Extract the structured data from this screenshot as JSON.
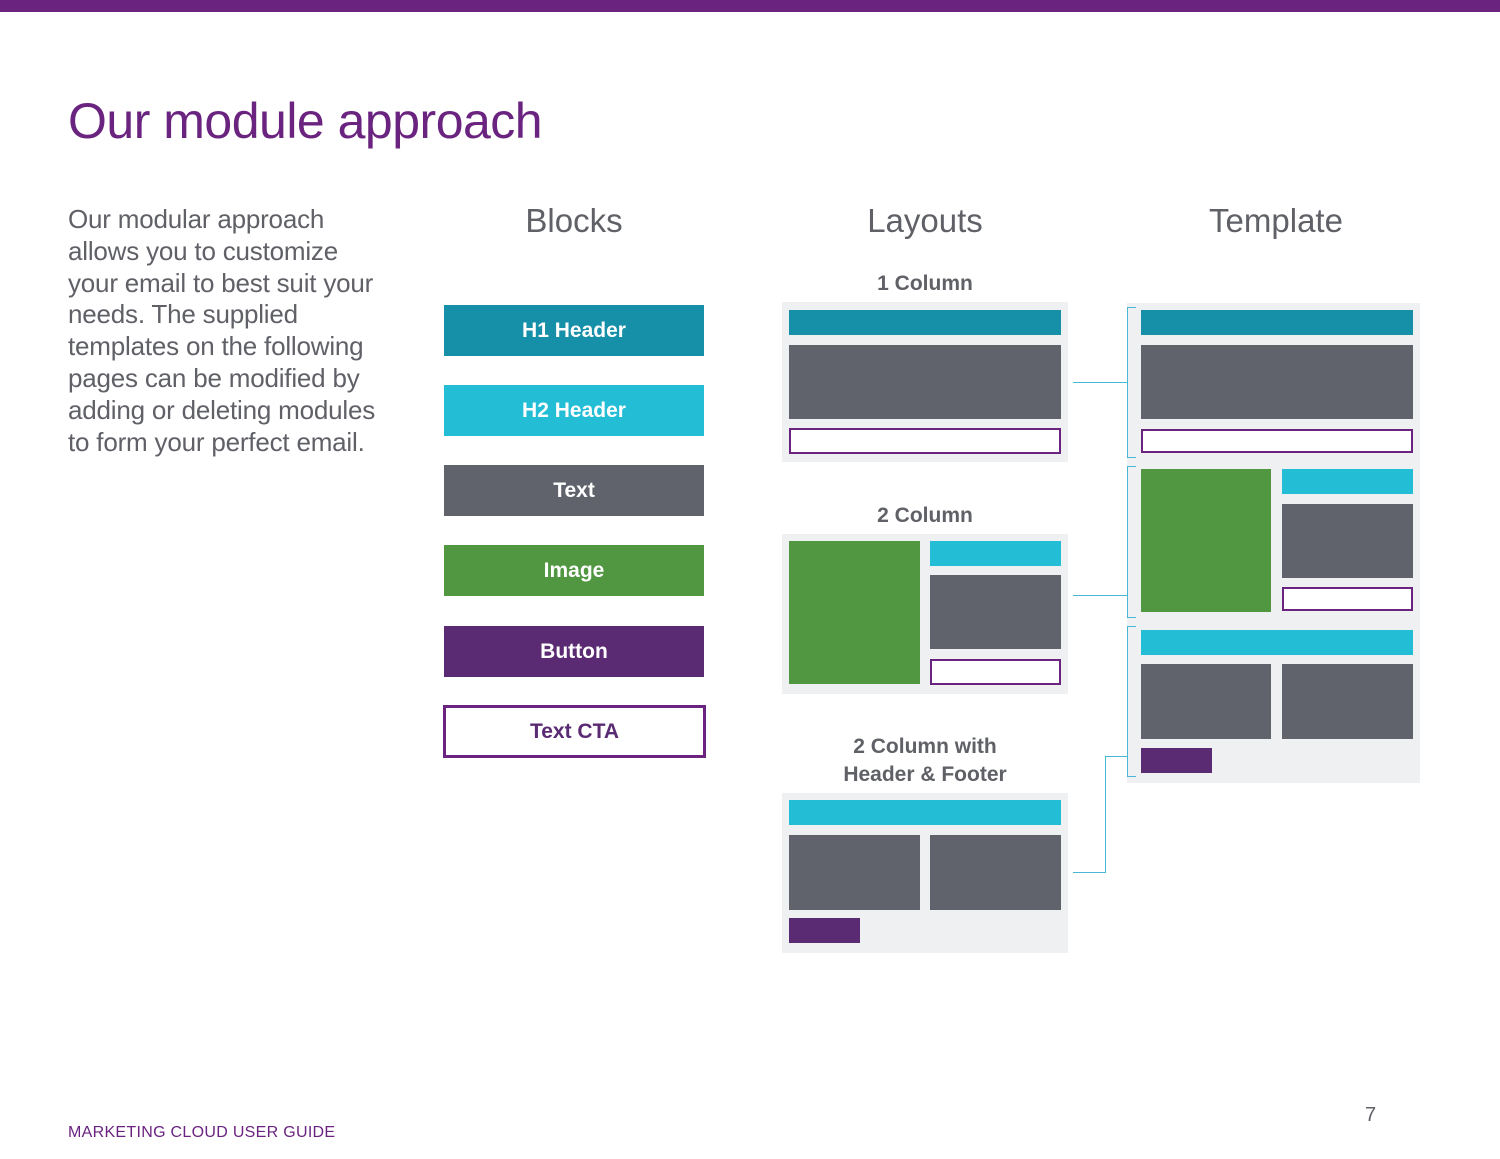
{
  "page": {
    "title": "Our module approach",
    "intro": "Our modular approach allows you to customize your email to best suit your needs. The supplied templates on the following pages can be modified by adding or deleting modules to form your perfect email.",
    "footer": "MARKETING CLOUD USER GUIDE",
    "page_number": "7"
  },
  "columns": {
    "blocks": "Blocks",
    "layouts": "Layouts",
    "template": "Template"
  },
  "blocks": [
    {
      "label": "H1 Header",
      "color": "#168fa8"
    },
    {
      "label": "H2 Header",
      "color": "#23bdd6"
    },
    {
      "label": "Text",
      "color": "#60636b"
    },
    {
      "label": "Image",
      "color": "#519641"
    },
    {
      "label": "Button",
      "color": "#5a2a72"
    },
    {
      "label": "Text CTA",
      "color": "#ffffff"
    }
  ],
  "layouts": [
    {
      "label": "1 Column"
    },
    {
      "label": "2 Column"
    },
    {
      "label_line1": "2 Column with",
      "label_line2": "Header & Footer"
    }
  ],
  "colors": {
    "accent": "#6b2380",
    "h1": "#168fa8",
    "h2": "#23bdd6",
    "text": "#60636b",
    "image": "#519641",
    "button": "#5a2a72",
    "panel": "#eff0f1"
  }
}
